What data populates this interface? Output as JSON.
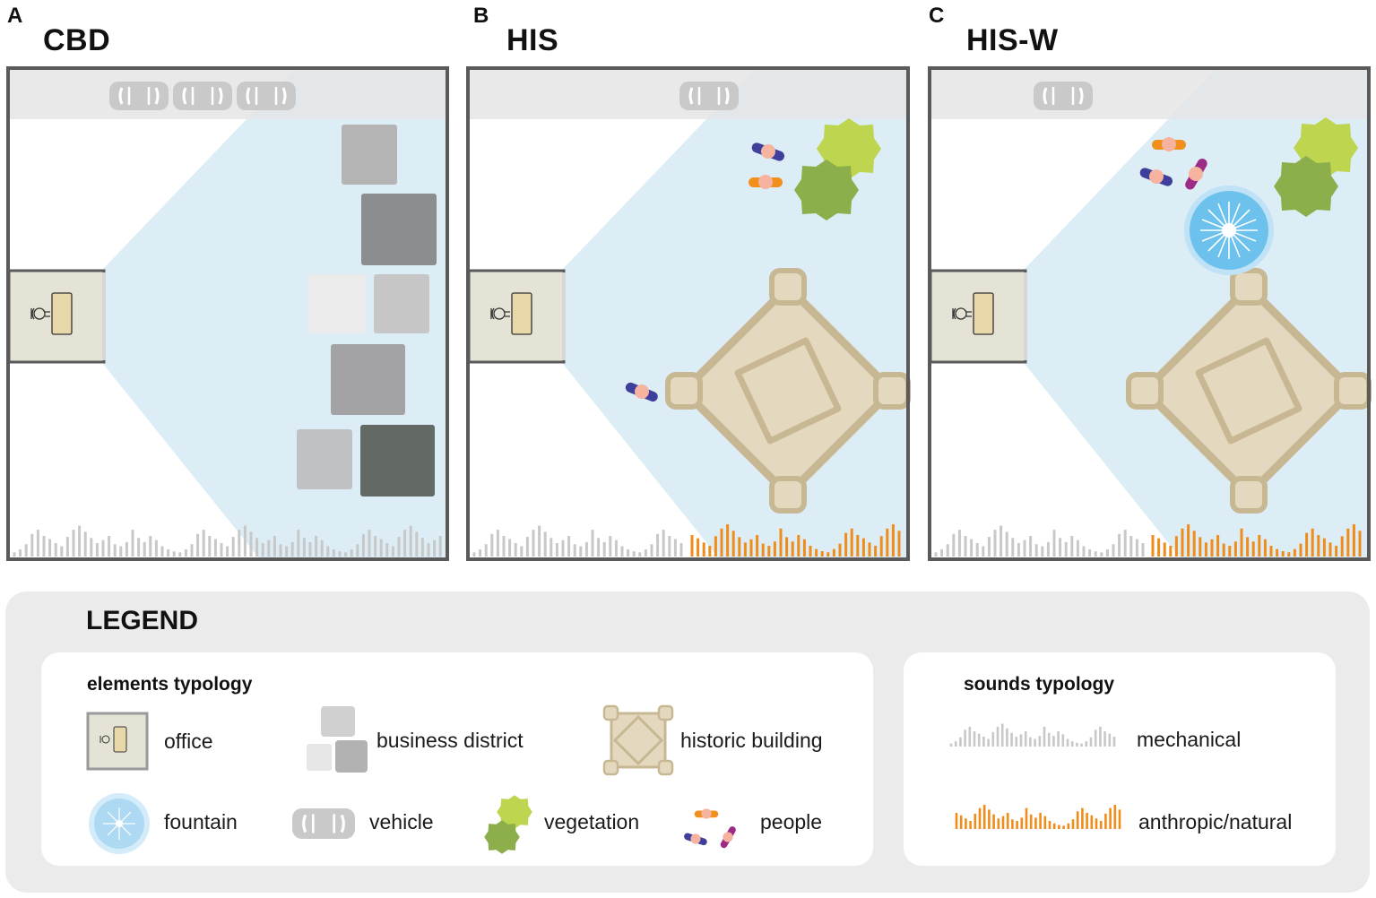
{
  "panels": [
    {
      "letter": "A",
      "title": "CBD"
    },
    {
      "letter": "B",
      "title": "HIS"
    },
    {
      "letter": "C",
      "title": "HIS-W"
    }
  ],
  "legend": {
    "title": "LEGEND",
    "elements": {
      "title": "elements typology",
      "items": {
        "office": "office",
        "business_district": "business district",
        "historic_building": "historic building",
        "fountain": "fountain",
        "vehicle": "vehicle",
        "vegetation": "vegetation",
        "people": "people"
      }
    },
    "sounds": {
      "title": "sounds typology",
      "items": {
        "mechanical": "mechanical",
        "anthropic": "anthropic/natural"
      }
    }
  },
  "colors": {
    "frame": "#5a5a5a",
    "road": "#e9e9ea",
    "view_cone": "#dcedf6",
    "office_bg": "#e4e3d5",
    "desk": "#e7d7a9",
    "historic": "#e4d9bf",
    "historic_stroke": "#c7b893",
    "veg_light": "#bdd54f",
    "veg_dark": "#8cae4b",
    "fountain": "#6cc2ec",
    "mechanical_wave": "#c8c8c8",
    "anthropic_wave": "#f08c1a",
    "person_orange": "#f2901d",
    "person_blue": "#3d3f9a",
    "person_purple": "#9c2b85",
    "person_head": "#f5b3a0"
  }
}
